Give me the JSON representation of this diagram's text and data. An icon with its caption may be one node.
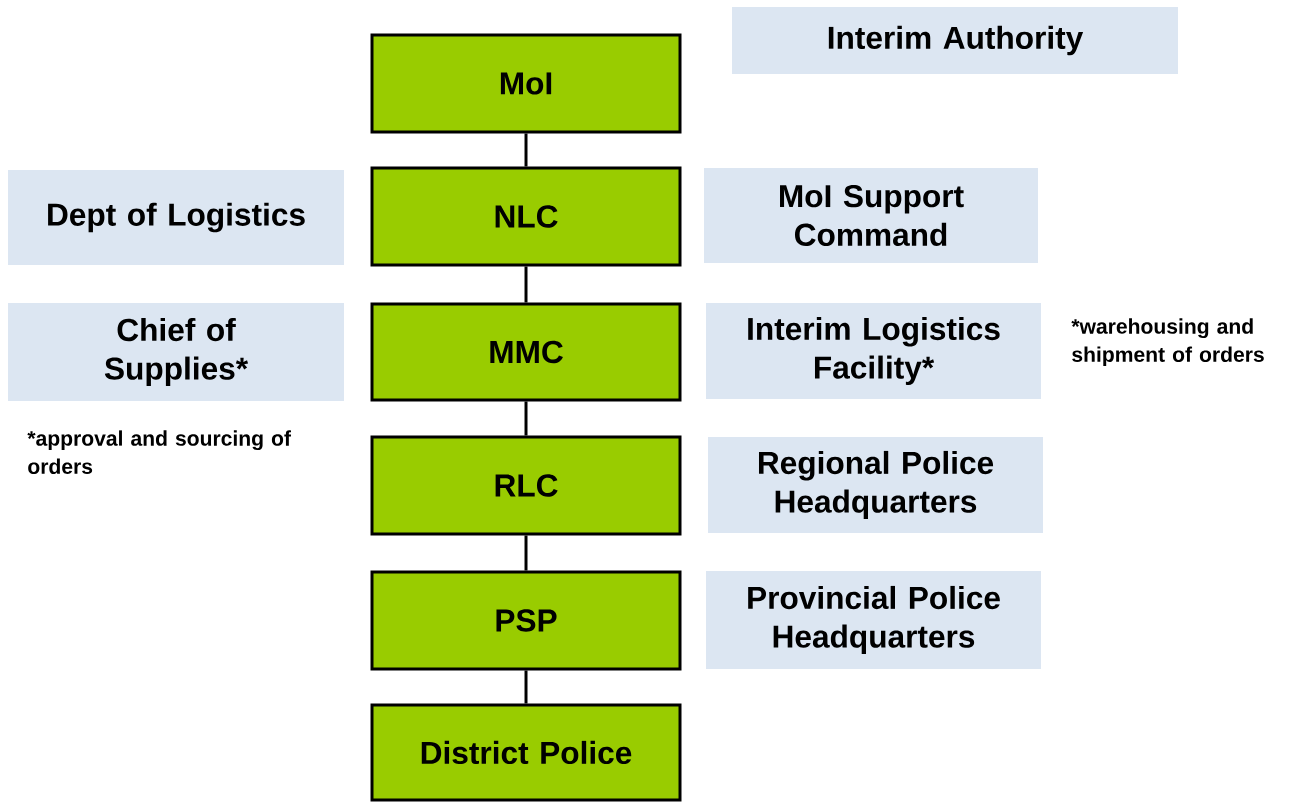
{
  "diagram": {
    "nodes": [
      {
        "text": [
          "MoI"
        ]
      },
      {
        "text": [
          "Interim Authority"
        ]
      },
      {
        "text": [
          "Dept of Logistics"
        ]
      },
      {
        "text": [
          "NLC"
        ]
      },
      {
        "text": [
          "MoI Support Command"
        ]
      },
      {
        "text": [
          "Chief of Supplies*"
        ]
      },
      {
        "text": [
          "MMC"
        ]
      },
      {
        "text": [
          "Interim Logistics Facility*"
        ]
      },
      {
        "text": [
          "RLC"
        ]
      },
      {
        "text": [
          "Regional Police Headquarters"
        ]
      },
      {
        "text": [
          "PSP"
        ]
      },
      {
        "text": [
          "Provincial Police Headquarters"
        ]
      },
      {
        "text": [
          "District Police"
        ]
      }
    ],
    "edges": [
      {
        "from": 0,
        "to": 3,
        "arrow": "none"
      },
      {
        "from": 3,
        "to": 6,
        "arrow": "none"
      },
      {
        "from": 6,
        "to": 8,
        "arrow": "none"
      },
      {
        "from": 8,
        "to": 10,
        "arrow": "none"
      },
      {
        "from": 10,
        "to": 12,
        "arrow": "none"
      }
    ],
    "labels": [
      "*warehousing and shipment of orders",
      "*approval and sourcing of orders"
    ]
  }
}
